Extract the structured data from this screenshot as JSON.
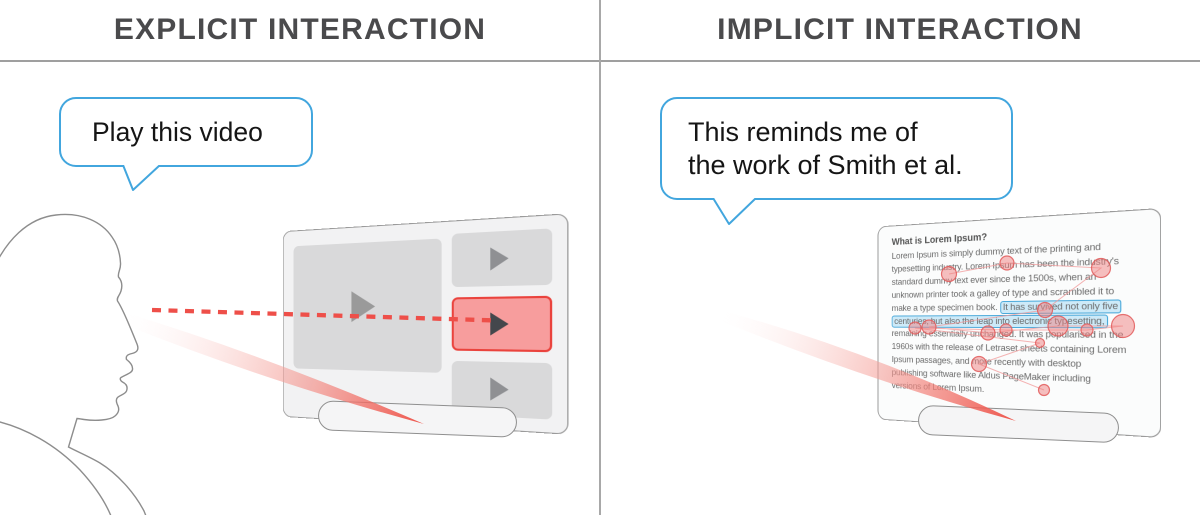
{
  "left": {
    "title": "EXPLICIT INTERACTION",
    "bubble_text": "Play this video",
    "tv": {
      "main_play_icon": "play",
      "thumbnails": [
        {
          "play_icon": "play",
          "selected": false
        },
        {
          "play_icon": "play",
          "selected": true
        },
        {
          "play_icon": "play",
          "selected": false
        }
      ]
    }
  },
  "right": {
    "title": "IMPLICIT INTERACTION",
    "bubble_line1": "This reminds me of",
    "bubble_line2": "the work of Smith et al.",
    "document": {
      "heading": "What is Lorem Ipsum?",
      "lines_before": [
        "Lorem Ipsum is simply dummy text of the printing and",
        "typesetting industry. Lorem Ipsum has been the industry's",
        "standard dummy text ever since the 1500s, when an",
        "unknown printer took a galley of type and scrambled it to"
      ],
      "line5_pre": "make a type specimen book. ",
      "line5_highlight": "It has survived not only five",
      "line6_highlight": "centuries, but also the leap into electronic typesetting,",
      "lines_after": [
        "remaining essentially unchanged. It was popularised in the",
        "1960s with the release of Letraset sheets containing Lorem",
        "Ipsum passages, and more recently with desktop",
        "publishing software like Aldus PageMaker including",
        "versions of Lorem Ipsum."
      ]
    }
  },
  "colors": {
    "speech_bubble_border": "#42a6de",
    "gaze_red": "#ee4f45",
    "selected_thumbnail_fill": "#f79d9d",
    "selected_thumbnail_border": "#ea433d",
    "text_highlight_fill": "#cde9f7",
    "text_highlight_border": "#4aa9da",
    "header_text": "#4a4a4c",
    "divider_gray": "#a8a8a8"
  }
}
